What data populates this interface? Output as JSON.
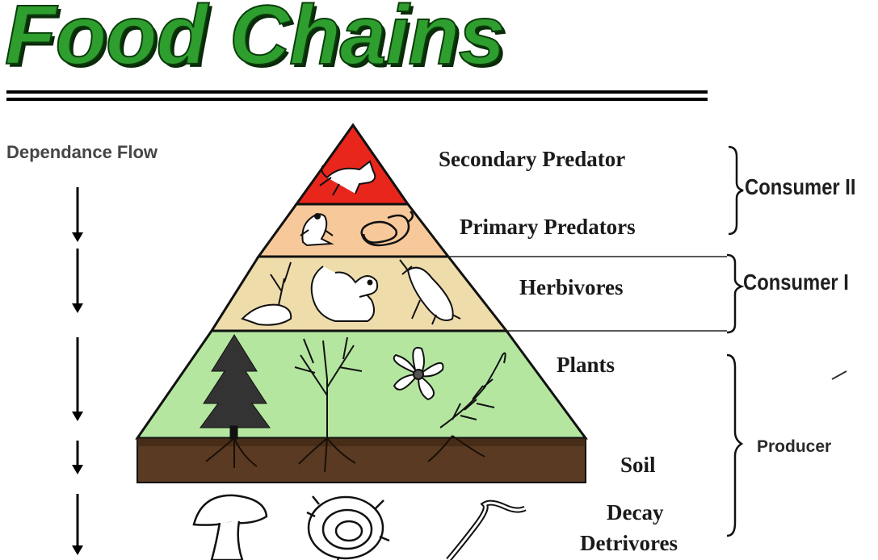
{
  "title": "Food Chains",
  "flow_label": "Dependance Flow",
  "levels": {
    "secondary_predator": "Secondary Predator",
    "primary_predators": "Primary Predators",
    "herbivores": "Herbivores",
    "plants": "Plants",
    "soil": "Soil",
    "decay": "Decay",
    "detrivores": "Detrivores"
  },
  "groups": {
    "consumer_2": "Consumer II",
    "consumer_1": "Consumer I",
    "producer": "Producer"
  },
  "colors": {
    "title_green": "#2e9e2e",
    "secondary_predator_tier": "#e8261c",
    "primary_predator_tier": "#f7c99a",
    "herbivore_tier": "#eedcab",
    "plant_tier": "#b4e6a0",
    "soil_band": "#5a3a22"
  },
  "icons": [
    "fox-icon",
    "frog-icon",
    "snake-icon",
    "bird-icon",
    "squirrel-icon",
    "beetle-icon",
    "pine-tree-icon",
    "bare-tree-icon",
    "flower-icon",
    "fern-icon",
    "roots-icon",
    "mushroom-icon",
    "millipede-icon",
    "worm-icon",
    "down-arrow-icon",
    "brace-icon"
  ]
}
